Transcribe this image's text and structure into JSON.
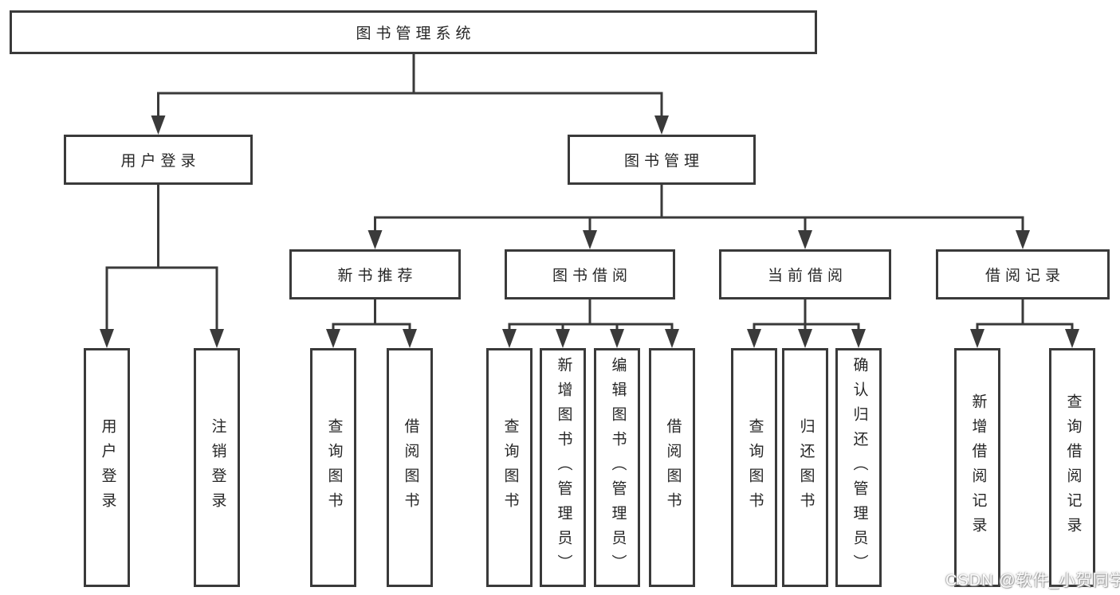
{
  "tree": {
    "root": {
      "label": "图书管理系统"
    },
    "level2": [
      {
        "label": "用户登录",
        "parent": "图书管理系统"
      },
      {
        "label": "图书管理",
        "parent": "图书管理系统"
      }
    ],
    "level3": [
      {
        "label": "新书推荐",
        "parent": "图书管理"
      },
      {
        "label": "图书借阅",
        "parent": "图书管理"
      },
      {
        "label": "当前借阅",
        "parent": "图书管理"
      },
      {
        "label": "借阅记录",
        "parent": "图书管理"
      }
    ],
    "leaves": [
      {
        "label": "用户登录",
        "parent": "用户登录"
      },
      {
        "label": "注销登录",
        "parent": "用户登录"
      },
      {
        "label": "查询图书",
        "parent": "新书推荐"
      },
      {
        "label": "借阅图书",
        "parent": "新书推荐"
      },
      {
        "label": "查询图书",
        "parent": "图书借阅"
      },
      {
        "label": "新增图书（管理员）",
        "parent": "图书借阅"
      },
      {
        "label": "编辑图书（管理员）",
        "parent": "图书借阅"
      },
      {
        "label": "借阅图书",
        "parent": "图书借阅"
      },
      {
        "label": "查询图书",
        "parent": "当前借阅"
      },
      {
        "label": "归还图书",
        "parent": "当前借阅"
      },
      {
        "label": "确认归还（管理员）",
        "parent": "当前借阅"
      },
      {
        "label": "新增借阅记录",
        "parent": "借阅记录"
      },
      {
        "label": "查询借阅记录",
        "parent": "借阅记录"
      }
    ]
  },
  "watermark": {
    "text": "CSDN @软件_小贺同学"
  },
  "colors": {
    "line": "#3a3a3a",
    "text": "#262626",
    "box_background": "#ffffff",
    "page_background": "#ffffff",
    "watermark_text": "#fdfdfd",
    "watermark_shadow": "#9b9b9b"
  }
}
